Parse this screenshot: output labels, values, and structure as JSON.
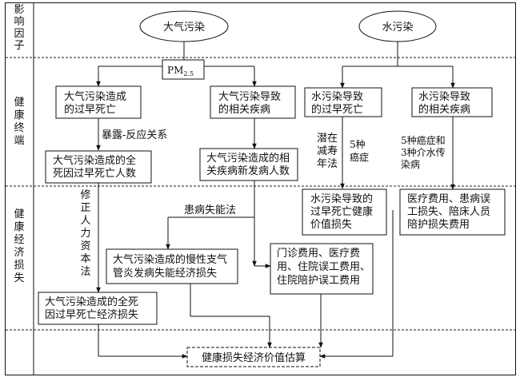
{
  "sections": {
    "influence": [
      "影",
      "响",
      "因",
      "子"
    ],
    "health_end": [
      "健",
      "康",
      "终",
      "端"
    ],
    "health_econ": [
      "健",
      "康",
      "经",
      "济",
      "损",
      "失"
    ]
  },
  "factors": {
    "air": "大气污染",
    "water": "水污染"
  },
  "pm": {
    "base": "PM",
    "sub": "2.5"
  },
  "boxes": {
    "air_death": [
      "大气污染造成",
      "的过早死亡"
    ],
    "air_disease": [
      "大气污染导致",
      "的相关疾病"
    ],
    "water_death": [
      "水污染导致",
      "的过早死亡"
    ],
    "water_disease": [
      "水污染导致",
      "的相关疾病"
    ],
    "air_death_count": [
      "大气污染造成的全",
      "死因过早死亡人数"
    ],
    "air_disease_count": [
      "大气污染造成的相",
      "关疾病新发病人数"
    ],
    "water_death_value": [
      "水污染导致的",
      "过早死亡健康",
      "价值损失"
    ],
    "water_medical_cost": [
      "医疗费用、患病误",
      "工损失、陪床人员",
      "陪护损失费用"
    ],
    "air_bronchitis_loss": [
      "大气污染造成的慢性支气",
      "管炎发病失能经济损失"
    ],
    "outpatient_costs": [
      "门诊费用、医疗费",
      "用、住院误工费用、",
      "住院陪护误工费用"
    ],
    "air_death_econ": [
      "大气污染造成的全死",
      "因过早死亡经济损失"
    ],
    "final": "健康损失经济价值估算"
  },
  "labels": {
    "exposure_response": "暴露-反应关系",
    "human_capital": [
      "修",
      "正",
      "人",
      "力",
      "资",
      "本",
      "法"
    ],
    "disability": "患病失能法",
    "life_reduction": [
      "潜在",
      "减寿",
      "年法"
    ],
    "five_cancer": [
      "5种",
      "癌症"
    ],
    "cancer_waterborne": [
      "5种癌症和",
      "3种介水传",
      "染病"
    ]
  }
}
